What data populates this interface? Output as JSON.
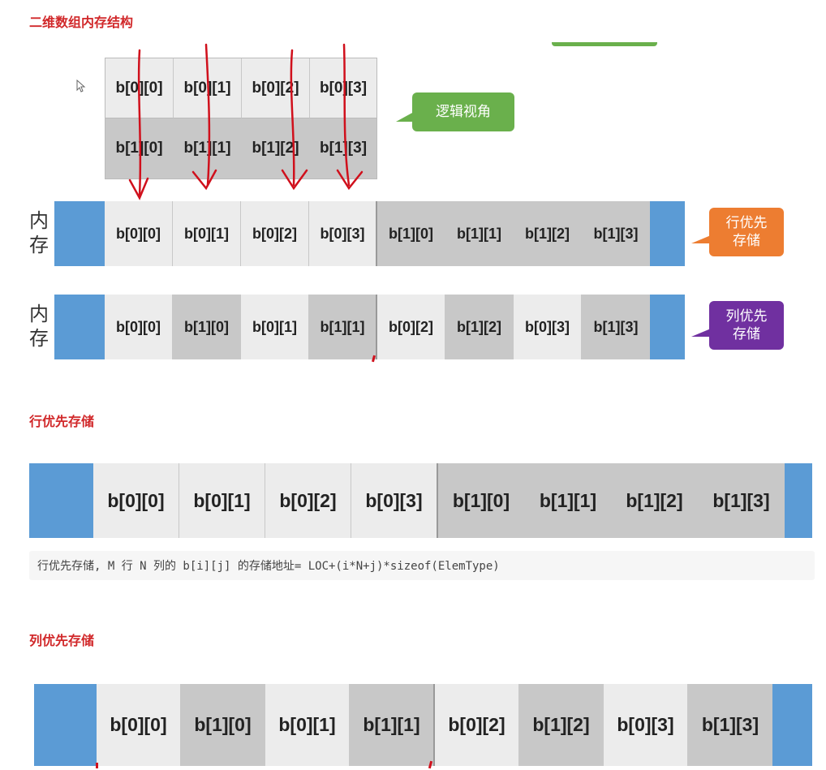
{
  "section_title": "二维数组内存结构",
  "logical_grid": {
    "row0": [
      "b[0][0]",
      "b[0][1]",
      "b[0][2]",
      "b[0][3]"
    ],
    "row1": [
      "b[1][0]",
      "b[1][1]",
      "b[1][2]",
      "b[1][3]"
    ]
  },
  "bubbles": {
    "logical_view": "逻辑视角",
    "row_major": [
      "行优先",
      "存储"
    ],
    "col_major": [
      "列优先",
      "存储"
    ]
  },
  "memory_label": [
    "内",
    "存"
  ],
  "row_major_cells": [
    "b[0][0]",
    "b[0][1]",
    "b[0][2]",
    "b[0][3]",
    "b[1][0]",
    "b[1][1]",
    "b[1][2]",
    "b[1][3]"
  ],
  "col_major_cells": [
    "b[0][0]",
    "b[1][0]",
    "b[0][1]",
    "b[1][1]",
    "b[0][2]",
    "b[1][2]",
    "b[0][3]",
    "b[1][3]"
  ],
  "row_major_heading": "行优先存储",
  "row_major_formula": "行优先存储, M 行 N 列的 b[i][j] 的存储地址=  LOC+(i*N+j)*sizeof(ElemType)",
  "col_major_heading": "列优先存储",
  "colors": {
    "heading": "#d1282a",
    "blue_block": "#5b9bd5",
    "light_cell": "#ececec",
    "dark_cell": "#c8c8c8",
    "green_bubble": "#6ab04c",
    "orange_bubble": "#ed7d31",
    "purple_bubble": "#7030a0",
    "arrow": "#d0101c"
  }
}
